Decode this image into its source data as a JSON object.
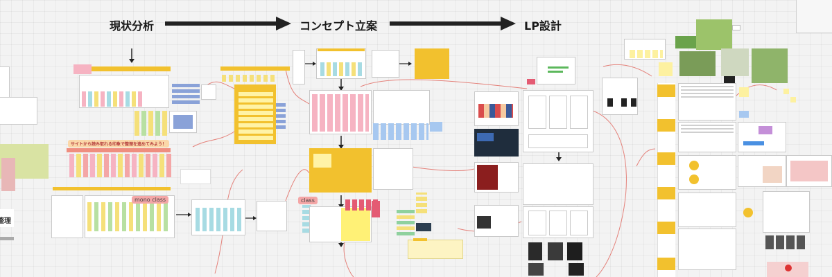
{
  "phases": {
    "analysis": "現状分析",
    "concept": "コンセプト立案",
    "lp_design": "LP設計"
  },
  "boards": {
    "hint_banner": "サイトから読み取れる印象で整理を進めてみよう！",
    "class_tag_left": "mono class",
    "class_tag_mid": "class",
    "left_edge_text": "を整理"
  },
  "colors": {
    "accent_yellow": "#f2c12e",
    "arrow": "#222222",
    "connector": "#e4817a"
  }
}
